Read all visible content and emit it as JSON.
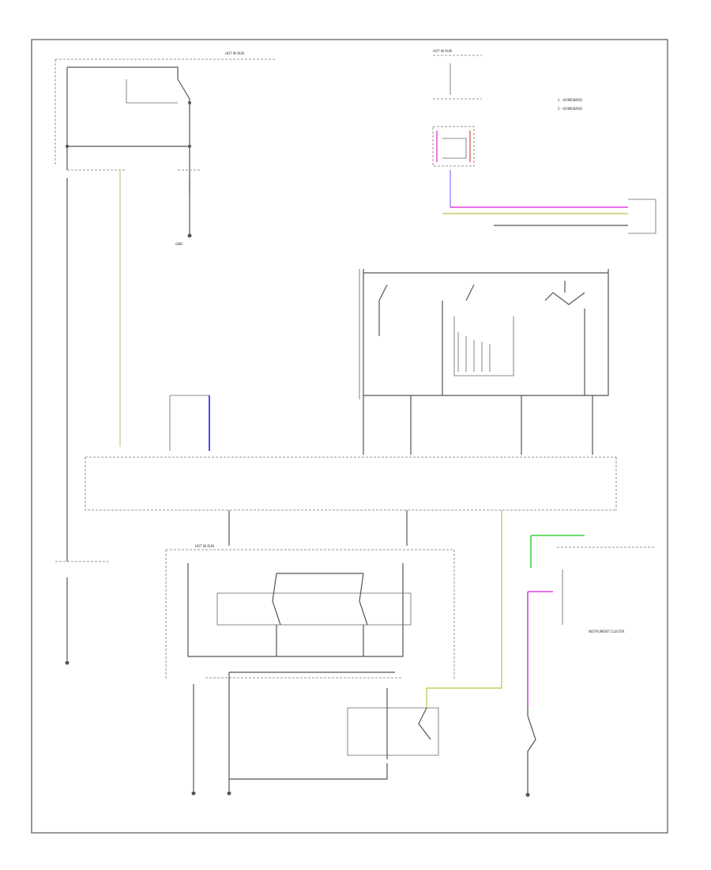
{
  "diagram": {
    "labels": {
      "hot_in_run_top": "HOT IN RUN",
      "hot_in_run_right": "HOT IN RUN",
      "hot_in_run_center": "HOT IN RUN",
      "legend_1": "1 - HOMEWARD",
      "legend_2": "2 - HOMEWARD",
      "instrument_cluster": "INSTRUMENT CLUSTER",
      "ground": "GND"
    },
    "colors": {
      "frame": "#555555",
      "wire": "#555555",
      "tan_wire": "#d8d3a0",
      "blue_wire": "#4a4aff",
      "purple_wire": "#9a9aff",
      "magenta_wire": "#e040e0",
      "green_wire": "#3cd23c",
      "yellow_wire": "#c8cc60",
      "red_wire": "#e06060"
    },
    "icons": [
      "switch-contact-icon",
      "ground-icon",
      "connector-icon",
      "relay-icon"
    ]
  }
}
